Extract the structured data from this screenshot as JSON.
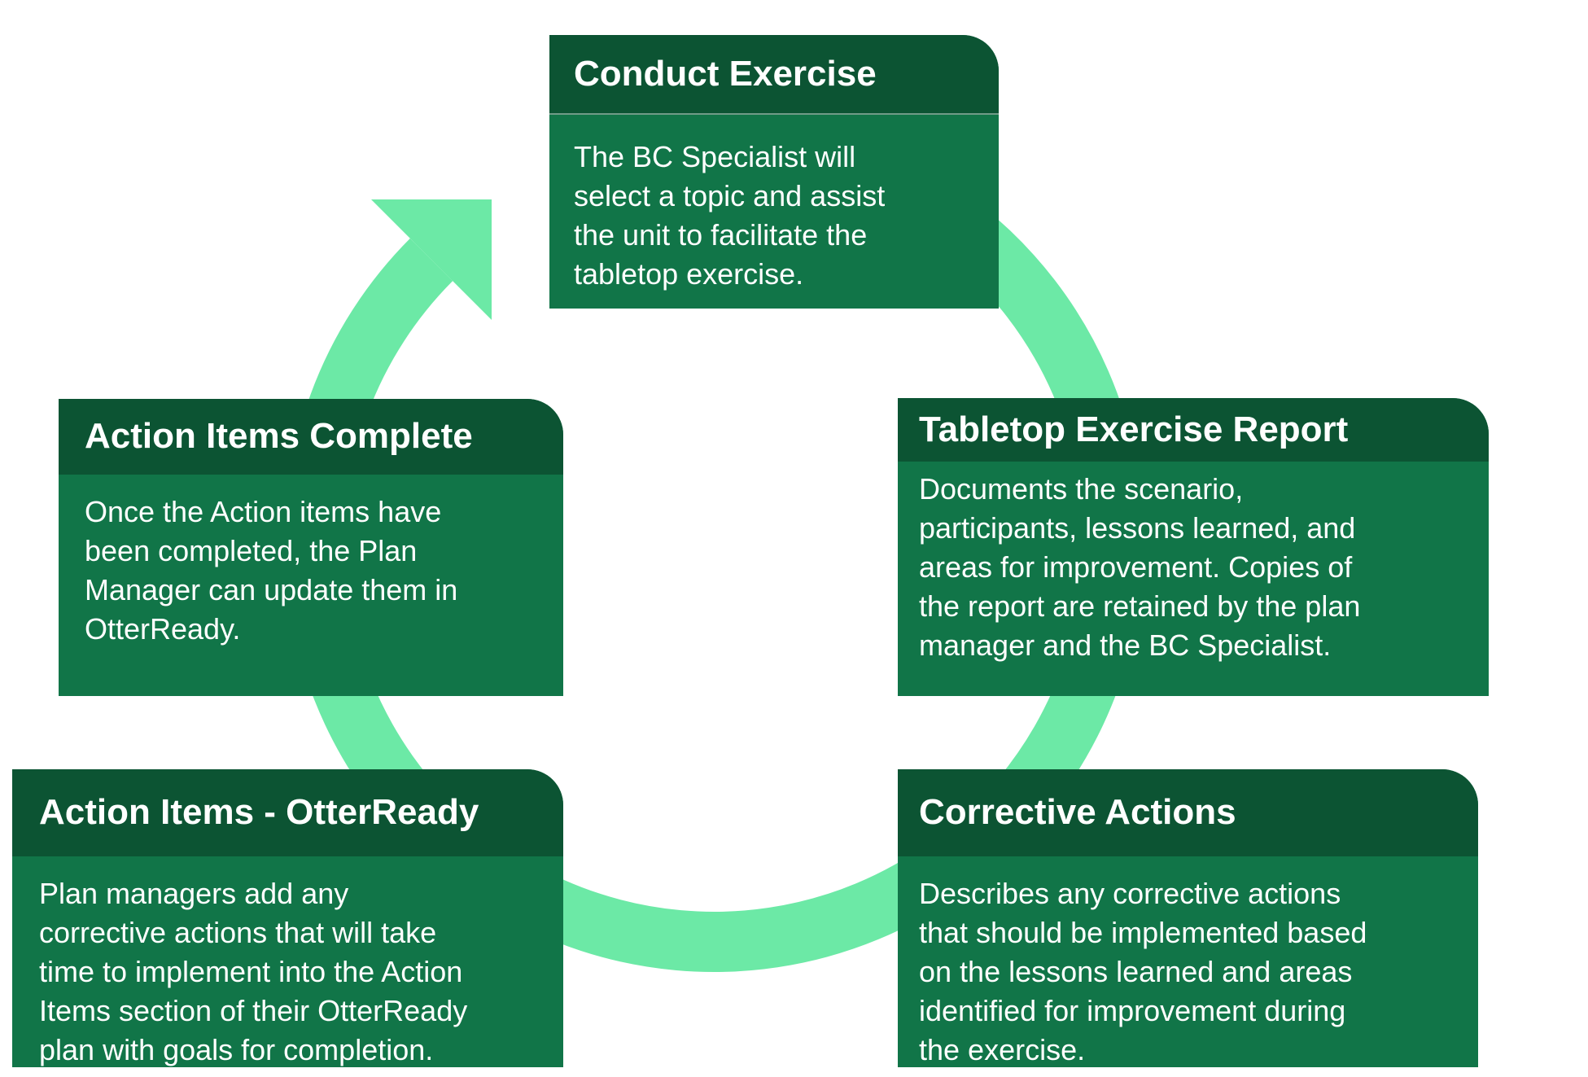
{
  "colors": {
    "header_green": "#0c5433",
    "body_green": "#117548",
    "arc_green": "#6ce9a6",
    "text": "#ffffff",
    "background": "#ffffff",
    "header_divider": "rgba(255,255,255,0.42)"
  },
  "cycle": {
    "direction": "clockwise",
    "boxes": [
      {
        "id": "conduct-exercise",
        "title": "Conduct Exercise",
        "body": "The BC Specialist will\nselect a topic and assist\nthe unit to facilitate the\ntabletop exercise."
      },
      {
        "id": "tabletop-exercise-report",
        "title": "Tabletop Exercise Report",
        "body": "Documents the scenario,\nparticipants, lessons learned, and\nareas for improvement. Copies of\nthe report are retained by the plan\nmanager and the BC Specialist."
      },
      {
        "id": "corrective-actions",
        "title": "Corrective Actions",
        "body": "Describes any corrective actions\nthat should be implemented based\non the lessons learned and areas\nidentified for improvement during\nthe exercise."
      },
      {
        "id": "action-items-otterready",
        "title": "Action Items - OtterReady",
        "body": "Plan managers add any\ncorrective actions that will take\ntime to implement into the Action\nItems section of their OtterReady\nplan with goals for completion."
      },
      {
        "id": "action-items-complete",
        "title": "Action Items Complete",
        "body": "Once the Action items have\nbeen completed, the Plan\nManager can update them in\nOtterReady."
      }
    ]
  }
}
